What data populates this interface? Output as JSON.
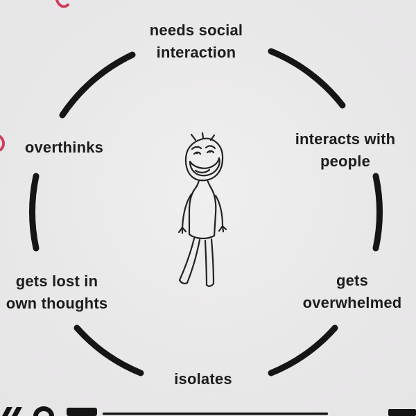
{
  "canvas": {
    "background": "#e9e8e9",
    "ink": "#1c1c1e",
    "accent_red": "#cf3d5e"
  },
  "diagram": {
    "type": "cycle",
    "center_figure": "hand-drawn awkward smiling stick figure",
    "labels": [
      {
        "position": "top",
        "text": "needs social interaction"
      },
      {
        "position": "upper-right",
        "text": "interacts with people"
      },
      {
        "position": "lower-right",
        "text": "gets overwhelmed"
      },
      {
        "position": "bottom",
        "text": "isolates"
      },
      {
        "position": "lower-left",
        "text": "gets lost in own thoughts"
      },
      {
        "position": "upper-left",
        "text": "overthinks"
      }
    ]
  }
}
